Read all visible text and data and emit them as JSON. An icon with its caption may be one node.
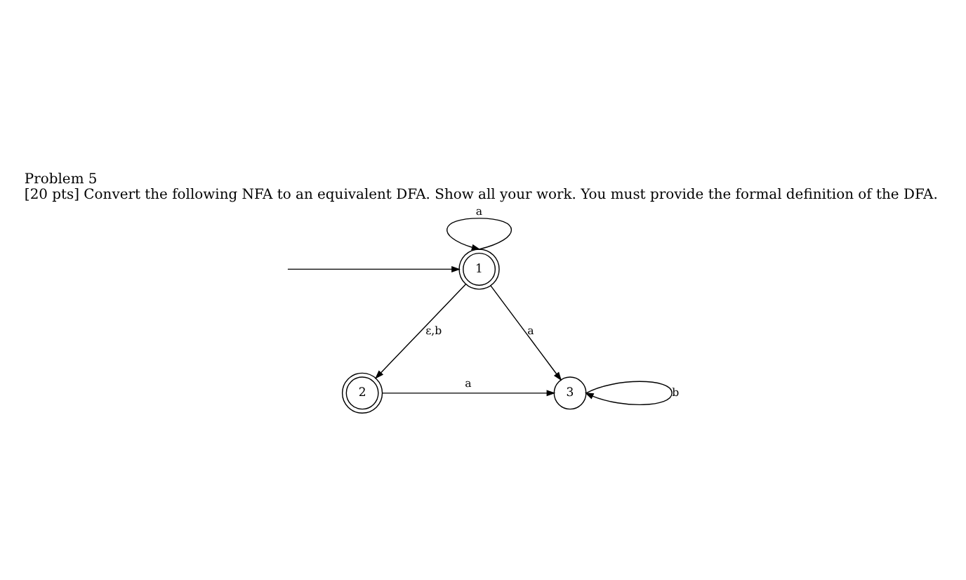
{
  "diagram": {
    "title": "Problem 5",
    "caption": "[20 pts] Convert the following NFA to an equivalent DFA. Show all your work. You must provide the formal definition of the DFA.",
    "nodes": [
      {
        "text": [
          "1"
        ]
      },
      {
        "text": [
          "2"
        ]
      },
      {
        "text": [
          "3"
        ]
      }
    ],
    "edges": [
      {
        "from": null,
        "to": 0,
        "arrow": "to"
      },
      {
        "from": 0,
        "to": 0,
        "arrow": "to",
        "label": "a"
      },
      {
        "from": 0,
        "to": 1,
        "arrow": "to",
        "label": "ε,b"
      },
      {
        "from": 0,
        "to": 2,
        "arrow": "to",
        "label": "a"
      },
      {
        "from": 1,
        "to": 2,
        "arrow": "to",
        "label": "a"
      },
      {
        "from": 2,
        "to": 2,
        "arrow": "to",
        "label": "b"
      }
    ]
  }
}
